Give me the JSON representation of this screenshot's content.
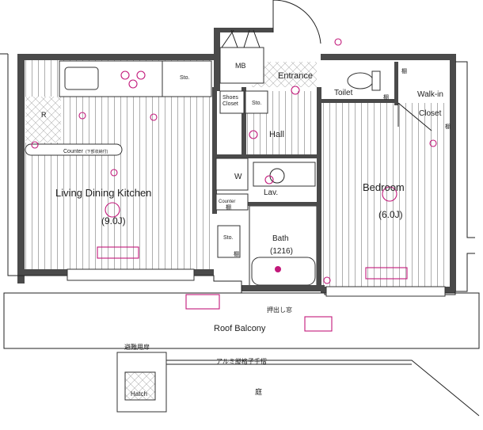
{
  "floorplan": {
    "rooms": {
      "ldk": "Living Dining Kitchen",
      "ldk_size": "(9.0J)",
      "bedroom": "Bedroom",
      "bedroom_size": "(6.0J)",
      "entrance": "Entrance",
      "hall": "Hall",
      "toilet": "Toilet",
      "walkin": "Walk-in",
      "walkin2": "Closet",
      "lav": "Lav.",
      "bath": "Bath",
      "bath_size": "(1216)",
      "mb": "MB",
      "shoes": "Shoes",
      "shoes2": "Closet",
      "sto_kitchen": "Sto.",
      "sto_shoes": "Sto.",
      "sto_lower": "Sto.",
      "washer": "W",
      "counter_small": "Counter",
      "counter_kitchen": "Counter",
      "counter_note": "(下部収納付)",
      "fridge": "R",
      "roof_balcony": "Roof Balcony",
      "push_window": "押出し窓",
      "evac_hatch": "避難用扉",
      "hatch": "Hatch",
      "railing": "アルミ縦格子手摺",
      "garden": "庭",
      "shelf": "棚"
    }
  }
}
